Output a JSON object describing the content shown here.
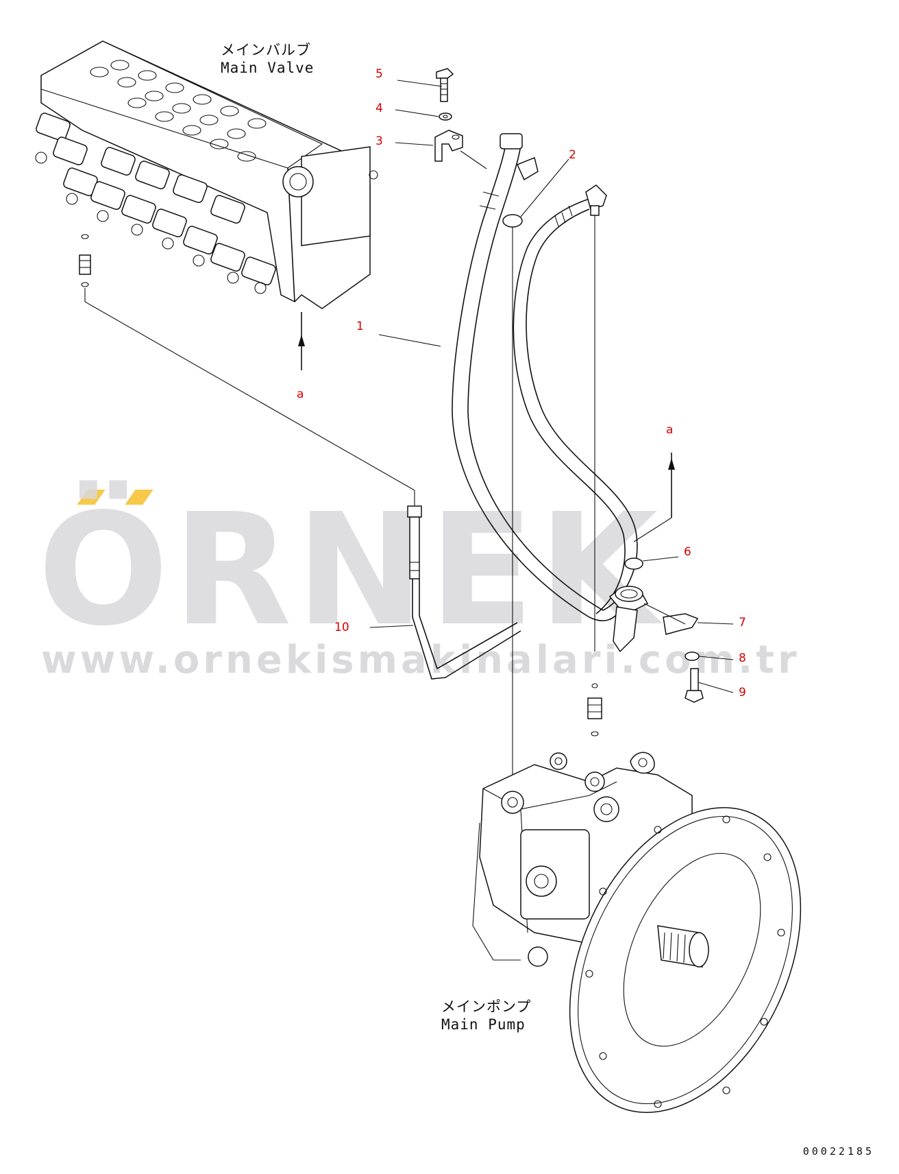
{
  "assemblies": {
    "main_valve": {
      "label_jp": "メインバルブ",
      "label_en": "Main Valve"
    },
    "main_pump": {
      "label_jp": "メインポンプ",
      "label_en": "Main Pump"
    }
  },
  "parts": [
    {
      "num": "1"
    },
    {
      "num": "2"
    },
    {
      "num": "3"
    },
    {
      "num": "4"
    },
    {
      "num": "5"
    },
    {
      "num": "6"
    },
    {
      "num": "7"
    },
    {
      "num": "8"
    },
    {
      "num": "9"
    },
    {
      "num": "10"
    }
  ],
  "references": {
    "top": "a",
    "bottom": "a"
  },
  "watermark": {
    "word": "ÖRNEK",
    "url": "www.ornekismakinalari.com.tr",
    "accent_color": "#f6c94a",
    "text_color": "#d9d9dc"
  },
  "drawing_number": "00022185",
  "colors": {
    "part_number": "#d40000",
    "line": "#111111"
  }
}
